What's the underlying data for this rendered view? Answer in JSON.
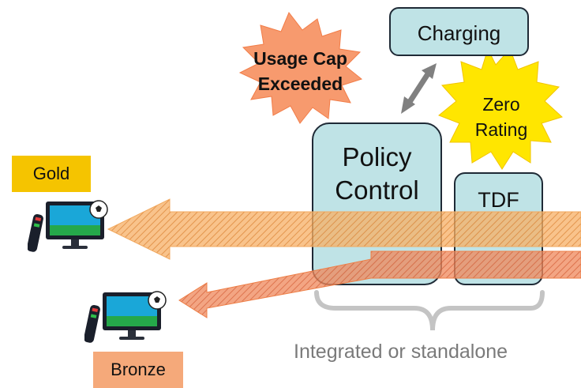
{
  "nodes": {
    "charging": "Charging",
    "usage_cap": "Usage Cap Exceeded",
    "zero_rating": "Zero Rating",
    "policy_control": "Policy Control",
    "tdf": "TDF"
  },
  "tiers": {
    "gold": "Gold",
    "bronze": "Bronze"
  },
  "caption": "Integrated or standalone",
  "colors": {
    "box_fill": "#bfe3e6",
    "box_border": "#1f2a36",
    "gold_badge": "#f5c400",
    "bronze_badge": "#f5a97a",
    "gold_arrow": "#f7b267",
    "bronze_arrow": "#f08a5d",
    "usage_burst": "#f79a6e",
    "zero_burst": "#ffe600",
    "caption_text": "#7a7a7a"
  },
  "icons": [
    "tv-with-remote-icon",
    "soccer-ball-icon",
    "double-arrow-icon",
    "brace-icon"
  ]
}
